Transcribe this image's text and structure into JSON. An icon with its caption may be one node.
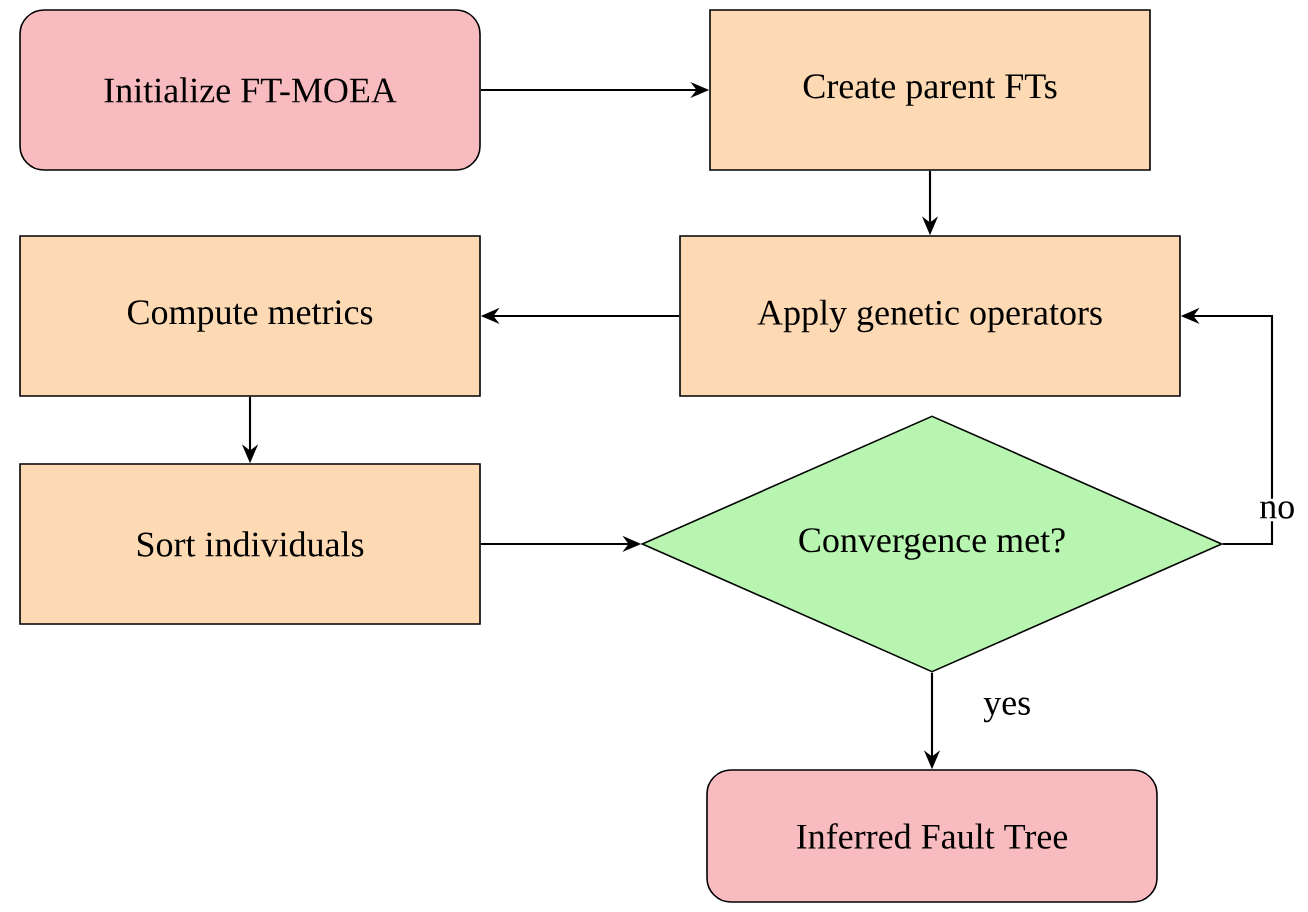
{
  "diagram": {
    "nodes": [
      {
        "text": [
          "Initialize FT-MOEA"
        ]
      },
      {
        "text": [
          "Create parent FTs"
        ]
      },
      {
        "text": [
          "Apply genetic operators"
        ]
      },
      {
        "text": [
          "Compute metrics"
        ]
      },
      {
        "text": [
          "Sort individuals"
        ]
      },
      {
        "text": [
          "Convergence met?"
        ]
      },
      {
        "text": [
          "Inferred Fault Tree"
        ]
      }
    ],
    "edges": [
      {
        "from": 0,
        "to": 1,
        "arrow": "to"
      },
      {
        "from": 1,
        "to": 2,
        "arrow": "to"
      },
      {
        "from": 2,
        "to": 3,
        "arrow": "to"
      },
      {
        "from": 3,
        "to": 4,
        "arrow": "to"
      },
      {
        "from": 4,
        "to": 5,
        "arrow": "to"
      },
      {
        "from": 5,
        "to": 2,
        "arrow": "to",
        "label": "no"
      },
      {
        "from": 5,
        "to": 6,
        "arrow": "to",
        "label": "yes"
      }
    ]
  }
}
